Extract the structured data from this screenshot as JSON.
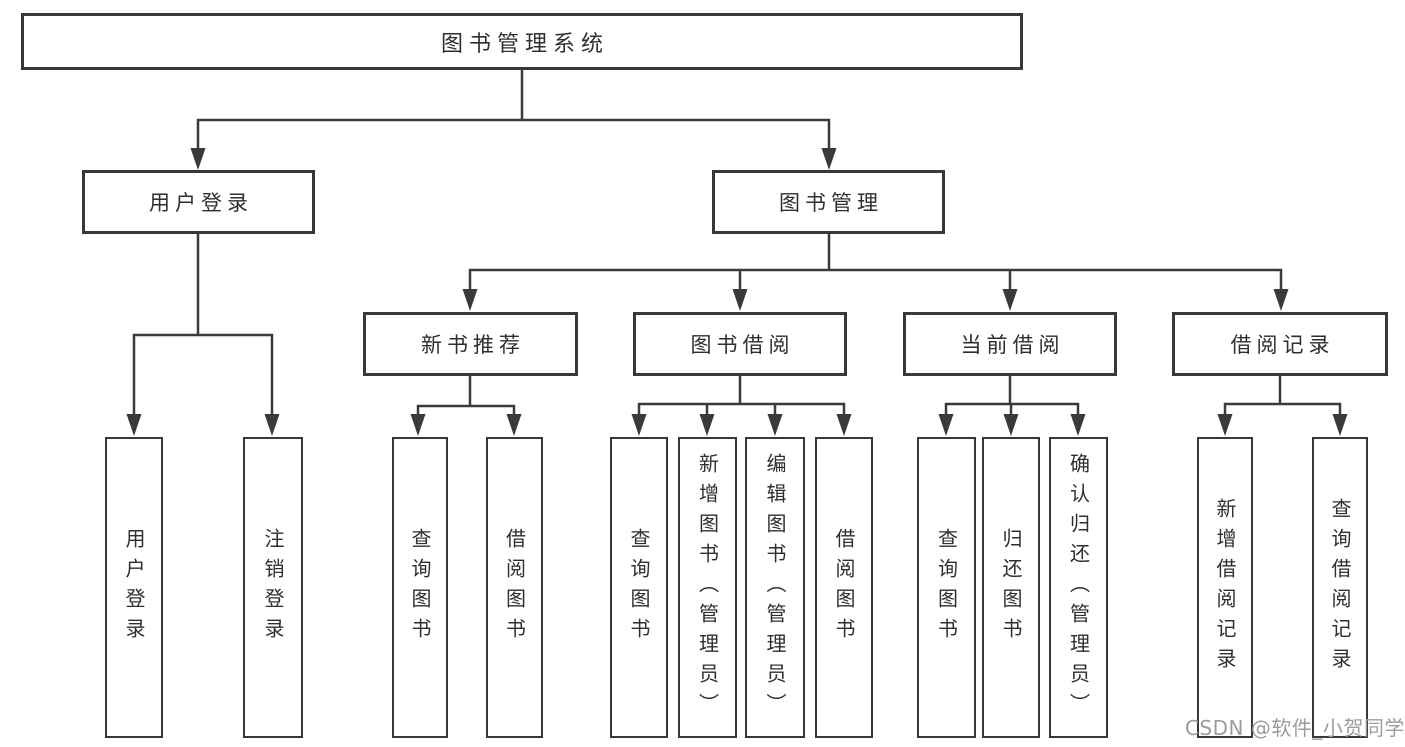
{
  "tree": {
    "label": "图书管理系统",
    "children": [
      {
        "label": "用户登录",
        "children": [
          {
            "label": "用户登录"
          },
          {
            "label": "注销登录"
          }
        ]
      },
      {
        "label": "图书管理",
        "children": [
          {
            "label": "新书推荐",
            "children": [
              {
                "label": "查询图书"
              },
              {
                "label": "借阅图书"
              }
            ]
          },
          {
            "label": "图书借阅",
            "children": [
              {
                "label": "查询图书"
              },
              {
                "label": "新增图书（管理员）"
              },
              {
                "label": "编辑图书（管理员）"
              },
              {
                "label": "借阅图书"
              }
            ]
          },
          {
            "label": "当前借阅",
            "children": [
              {
                "label": "查询图书"
              },
              {
                "label": "归还图书"
              },
              {
                "label": "确认归还（管理员）"
              }
            ]
          },
          {
            "label": "借阅记录",
            "children": [
              {
                "label": "新增借阅记录"
              },
              {
                "label": "查询借阅记录"
              }
            ]
          }
        ]
      }
    ]
  },
  "watermark": {
    "text": "CSDN @软件_小贺同学"
  },
  "colors": {
    "background": "#ffffff",
    "box_border": "#383838",
    "connector_line": "#3a3a3a",
    "text": "#2f2f2f",
    "watermark": "#9c9c9c"
  }
}
